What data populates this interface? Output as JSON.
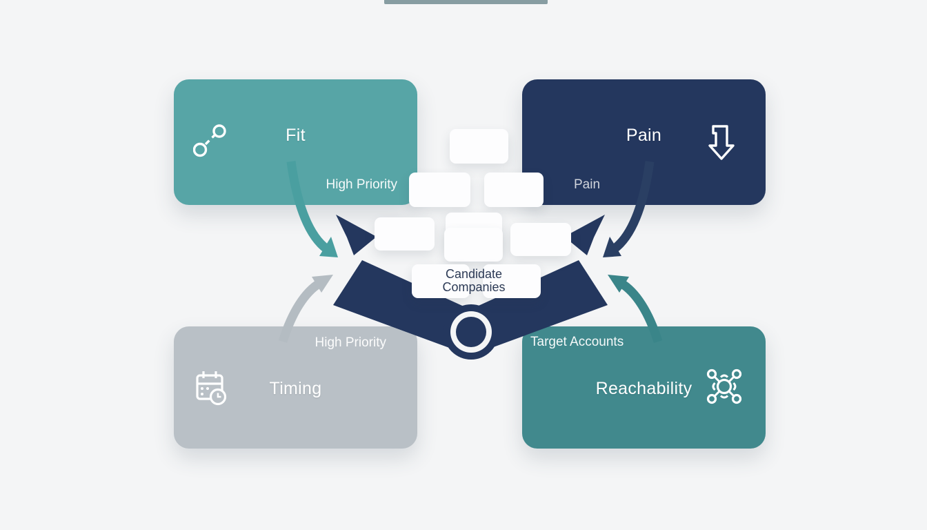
{
  "diagram": {
    "center_label": "Candidate Companies",
    "candidate_cards_count": 9,
    "hub": {
      "shape": "double-ring-circle",
      "color": "#24375e"
    },
    "quadrants": [
      {
        "id": "fit",
        "title": "Fit",
        "label": "High Priority",
        "label_position": "bottom-right",
        "icon": "link-nodes-icon",
        "color": "#57a5a6"
      },
      {
        "id": "pain",
        "title": "Pain",
        "label": "Pain",
        "label_position": "bottom-left",
        "icon": "arrow-step-down-icon",
        "color": "#24375e"
      },
      {
        "id": "timing",
        "title": "Timing",
        "label": "High Priority",
        "label_position": "top-right",
        "icon": "calendar-clock-icon",
        "color": "#b9c0c6"
      },
      {
        "id": "reachability",
        "title": "Reachability",
        "label": "Target Accounts",
        "label_position": "top-left",
        "icon": "network-hub-icon",
        "color": "#41898d"
      }
    ],
    "colors": {
      "background": "#f4f5f6",
      "funnel_navy": "#24375e",
      "arrow_teal": "#4a9fa0",
      "arrow_navy": "#2a3f63",
      "arrow_grey": "#b4bcc2",
      "arrow_teal_dark": "#3a8589",
      "card": "#fdfdfe",
      "center_text": "#2c3a55"
    }
  }
}
